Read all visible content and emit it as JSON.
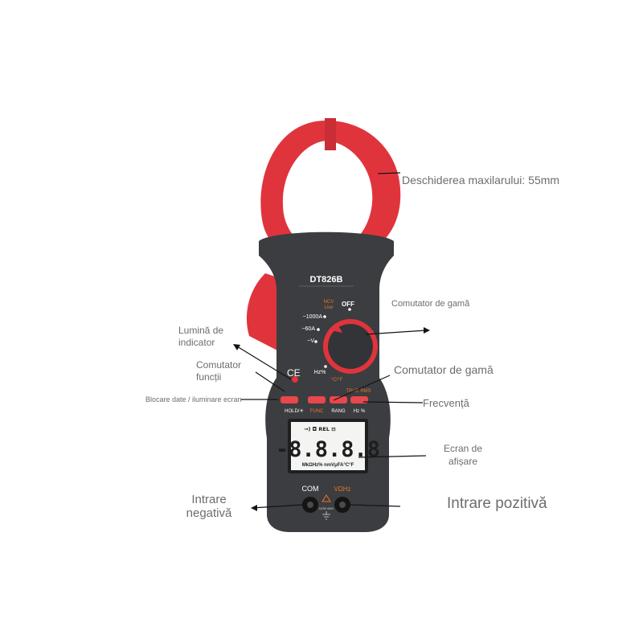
{
  "device": {
    "model": "DT826B",
    "dial": {
      "off": "OFF",
      "ncv": "NCV",
      "live": "Live",
      "a1000": "~1000A",
      "a60": "~60A",
      "v": "~V",
      "hz": "Hz%",
      "temp": "°C/°F",
      "ce": "CE",
      "truerms": "TRUE RMS"
    },
    "buttons": [
      {
        "label": "HOLD/☀"
      },
      {
        "label": "FUNC"
      },
      {
        "label": "RANG"
      },
      {
        "label": "Hz %"
      }
    ],
    "lcd": {
      "top_indicators": "→) ◘ REL ⊟",
      "digits": "-8.8.8.8",
      "units": "MkΩHz% nmVμFA°C°F"
    },
    "ports": {
      "com": "COM",
      "v_hz": "VΩHz",
      "cat": "CATIII 600V"
    },
    "colors": {
      "body": "#3b3d40",
      "accent": "#e0343d",
      "button": "#e8474c",
      "orange": "#e8742a"
    }
  },
  "callouts": {
    "jaw_opening": "Deschiderea maxilarului: 55mm",
    "range_switch_top": "Comutator de gamă",
    "indicator_light": "Lumină de indicator",
    "function_switch": "Comutator funcții",
    "range_switch": "Comutator de gamă",
    "hold_backlight": "Blocare date / iluminare ecran",
    "frequency": "Frecvență",
    "display": "Ecran de afișare",
    "negative_input": "Intrare negativă",
    "positive_input": "Intrare pozitivă"
  }
}
